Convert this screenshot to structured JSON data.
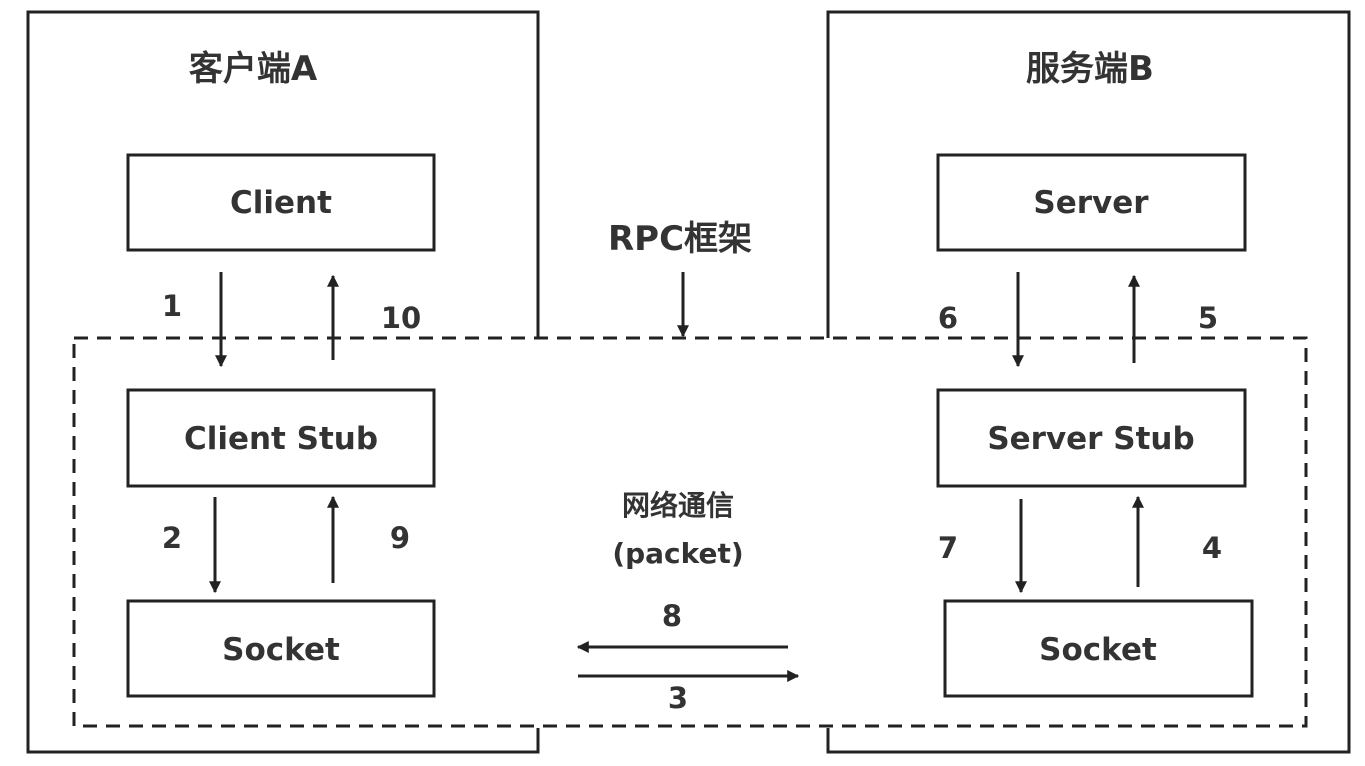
{
  "client_side": {
    "title": "客户端A",
    "client": "Client",
    "stub": "Client Stub",
    "socket": "Socket"
  },
  "server_side": {
    "title": "服务端B",
    "server": "Server",
    "stub": "Server Stub",
    "socket": "Socket"
  },
  "framework_label": "RPC框架",
  "network_label": "网络通信",
  "packet_label": "(packet)",
  "steps": {
    "s1": "1",
    "s2": "2",
    "s3": "3",
    "s4": "4",
    "s5": "5",
    "s6": "6",
    "s7": "7",
    "s8": "8",
    "s9": "9",
    "s10": "10"
  }
}
